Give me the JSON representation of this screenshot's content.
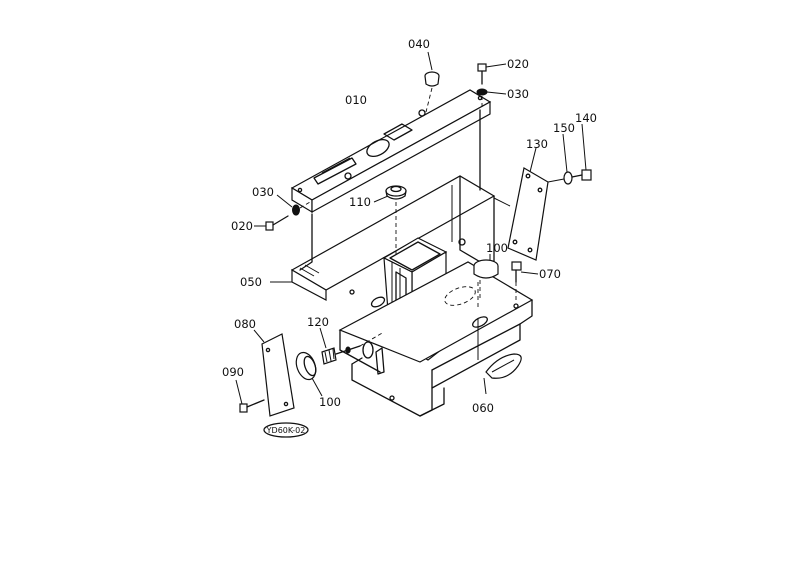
{
  "diagram": {
    "drawing_code": "YD60K-02",
    "labels": [
      {
        "id": "l040a",
        "text": "040"
      },
      {
        "id": "l020a",
        "text": "020"
      },
      {
        "id": "l030a",
        "text": "030"
      },
      {
        "id": "l010",
        "text": "010"
      },
      {
        "id": "l130",
        "text": "130"
      },
      {
        "id": "l150",
        "text": "150"
      },
      {
        "id": "l140",
        "text": "140"
      },
      {
        "id": "l030b",
        "text": "030"
      },
      {
        "id": "l020b",
        "text": "020"
      },
      {
        "id": "l110",
        "text": "110"
      },
      {
        "id": "l100a",
        "text": "100"
      },
      {
        "id": "l070",
        "text": "070"
      },
      {
        "id": "l050",
        "text": "050"
      },
      {
        "id": "l080",
        "text": "080"
      },
      {
        "id": "l120",
        "text": "120"
      },
      {
        "id": "l090",
        "text": "090"
      },
      {
        "id": "l100b",
        "text": "100"
      },
      {
        "id": "l060",
        "text": "060"
      }
    ]
  }
}
